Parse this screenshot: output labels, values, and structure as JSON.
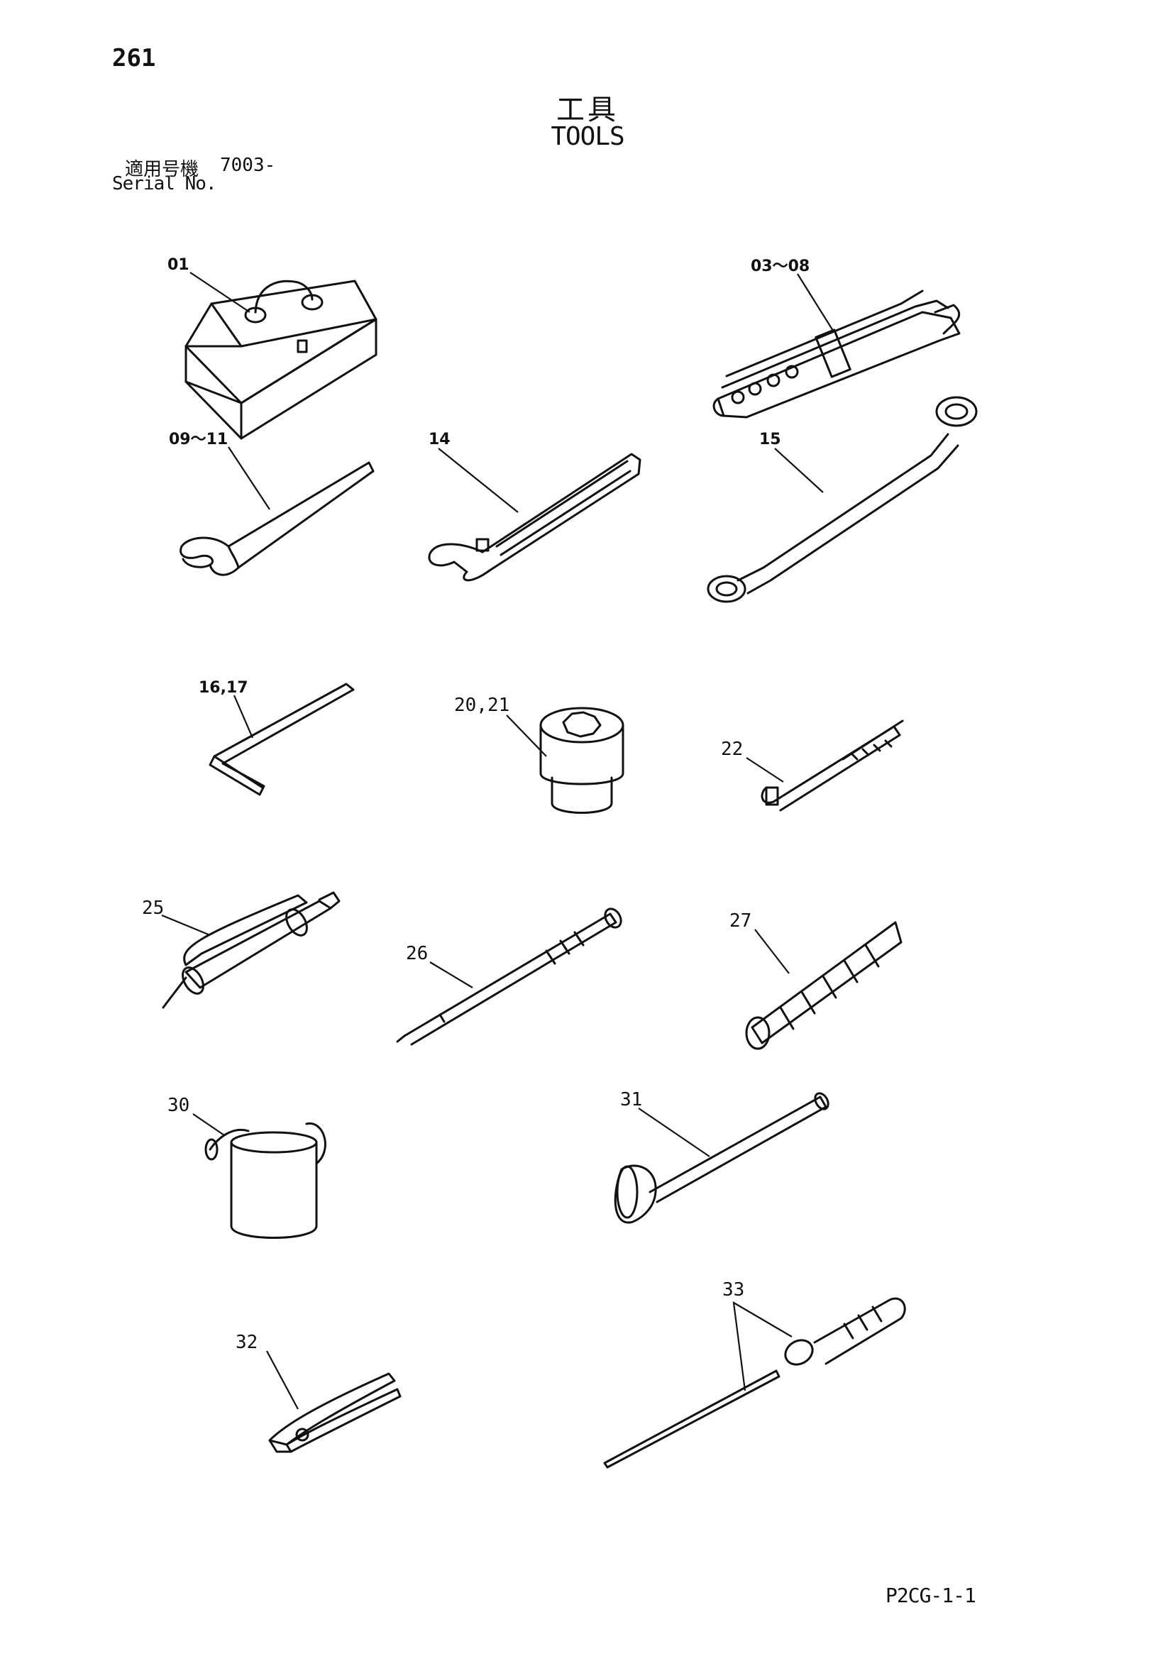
{
  "page_number": "261",
  "title_jp": "工具",
  "title_en": "TOOLS",
  "serial_jp": "適用号機",
  "serial_value": "7003-",
  "serial_en": "Serial No.",
  "footer_code": "P2CG-1-1",
  "callouts": {
    "c01": "01",
    "c03_08": "03～08",
    "c09_11": "09～11",
    "c14": "14",
    "c15": "15",
    "c16_17": "16,17",
    "c20_21": "20,21",
    "c22": "22",
    "c25": "25",
    "c26": "26",
    "c27": "27",
    "c30": "30",
    "c31": "31",
    "c32": "32",
    "c33": "33"
  },
  "colors": {
    "ink": "#111111",
    "paper": "#ffffff"
  }
}
